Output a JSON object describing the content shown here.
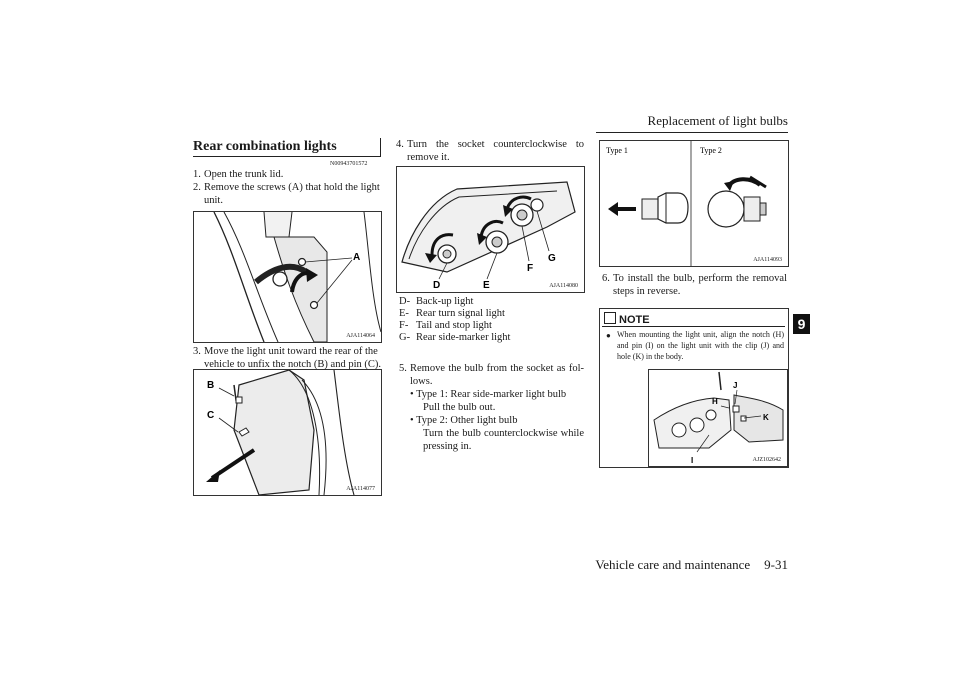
{
  "header": {
    "title": "Replacement of light bulbs"
  },
  "footer": {
    "section": "Vehicle care and maintenance",
    "page": "9-31"
  },
  "chapter_tab": "9",
  "left": {
    "title": "Rear combination lights",
    "doc_code": "N00943701572",
    "steps": [
      {
        "num": "1.",
        "text": "Open the trunk lid."
      },
      {
        "num": "2.",
        "text": "Remove the screws (A) that hold the light unit."
      },
      {
        "num": "3.",
        "text": "Move the light unit toward the rear of the vehicle to unfix the notch (B) and pin (C)."
      }
    ],
    "fig1": {
      "code": "AJA114064",
      "labels": {
        "a": "A"
      }
    },
    "fig2": {
      "code": "AJA114077",
      "labels": {
        "b": "B",
        "c": "C"
      }
    }
  },
  "middle": {
    "step4": {
      "num": "4.",
      "text": "Turn the socket counterclockwise to remove it."
    },
    "fig": {
      "code": "AJA114080",
      "labels": {
        "d": "D",
        "e": "E",
        "f": "F",
        "g": "G"
      }
    },
    "legend": [
      {
        "key": "D-",
        "text": "Back-up light"
      },
      {
        "key": "E-",
        "text": "Rear turn signal light"
      },
      {
        "key": "F-",
        "text": "Tail and stop light"
      },
      {
        "key": "G-",
        "text": "Rear side-marker light"
      }
    ],
    "step5": {
      "num": "5.",
      "text": "Remove the bulb from the socket as fol-lows.",
      "type1_label": "• Type 1: Rear side-marker light bulb",
      "type1_detail": "Pull the bulb out.",
      "type2_label": "• Type 2: Other light bulb",
      "type2_detail": "Turn the bulb counterclockwise while pressing in."
    }
  },
  "right": {
    "fig": {
      "code": "AJA114093",
      "type1": "Type 1",
      "type2": "Type 2"
    },
    "step6": {
      "num": "6.",
      "text": "To install the bulb, perform the removal steps in reverse."
    },
    "note": {
      "title": "NOTE",
      "bullet": "When mounting the light unit, align the notch (H) and pin (I) on the light unit with the clip (J) and hole (K) in the body.",
      "fig": {
        "code": "AJZ102642",
        "labels": {
          "h": "H",
          "i": "I",
          "j": "J",
          "k": "K"
        }
      }
    }
  }
}
